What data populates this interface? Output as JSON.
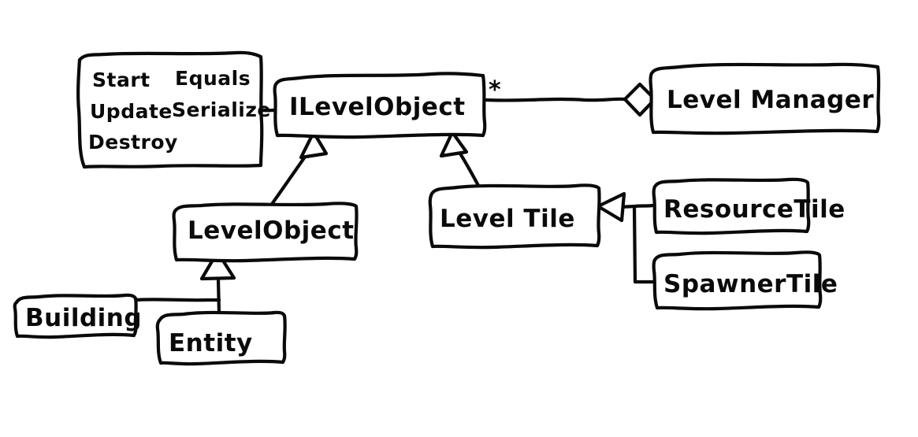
{
  "diagram": {
    "title": "UML Class Diagram",
    "style": "hand-drawn whiteboard sketch",
    "background_color": "#ffffff",
    "stroke_color": "#0a0a0a",
    "classes": [
      {
        "id": "ilevelobject",
        "label": "ILevelObject",
        "kind": "interface"
      },
      {
        "id": "levelmanager",
        "label": "Level Manager",
        "kind": "class"
      },
      {
        "id": "levelobject",
        "label": "LevelObject",
        "kind": "class"
      },
      {
        "id": "leveltile",
        "label": "Level Tile",
        "kind": "class"
      },
      {
        "id": "resourcetile",
        "label": "ResourceTile",
        "kind": "class"
      },
      {
        "id": "spawnertile",
        "label": "SpawnerTile",
        "kind": "class"
      },
      {
        "id": "building",
        "label": "Building",
        "kind": "class"
      },
      {
        "id": "entity",
        "label": "Entity",
        "kind": "class"
      }
    ],
    "members_note": {
      "attached_to": "ILevelObject",
      "column_one": [
        "Start",
        "Update",
        "Destroy"
      ],
      "column_two": [
        "Equals",
        "Serialize"
      ],
      "rows": [
        {
          "left": "Start",
          "right": "Equals"
        },
        {
          "left": "Update",
          "right": "Serialize"
        },
        {
          "left": "Destroy",
          "right": ""
        }
      ]
    },
    "multiplicity": {
      "ilevelobject_to_levelmanager": "*"
    },
    "relationships": [
      {
        "from": "LevelObject",
        "to": "ILevelObject",
        "type": "realization",
        "marker": "hollow-triangle"
      },
      {
        "from": "Level Tile",
        "to": "ILevelObject",
        "type": "realization",
        "marker": "hollow-triangle"
      },
      {
        "from": "Level Manager",
        "to": "ILevelObject",
        "type": "aggregation",
        "marker": "hollow-diamond",
        "multiplicity": "*"
      },
      {
        "from": "ResourceTile",
        "to": "Level Tile",
        "type": "generalization",
        "marker": "hollow-triangle"
      },
      {
        "from": "SpawnerTile",
        "to": "Level Tile",
        "type": "generalization",
        "marker": "hollow-triangle"
      },
      {
        "from": "Entity",
        "to": "LevelObject",
        "type": "generalization",
        "marker": "hollow-triangle"
      },
      {
        "from": "Building",
        "to": "LevelObject",
        "type": "generalization",
        "marker": "hollow-triangle"
      },
      {
        "from": "ILevelObject",
        "to": "members-note",
        "type": "note-link",
        "marker": "none"
      }
    ]
  }
}
